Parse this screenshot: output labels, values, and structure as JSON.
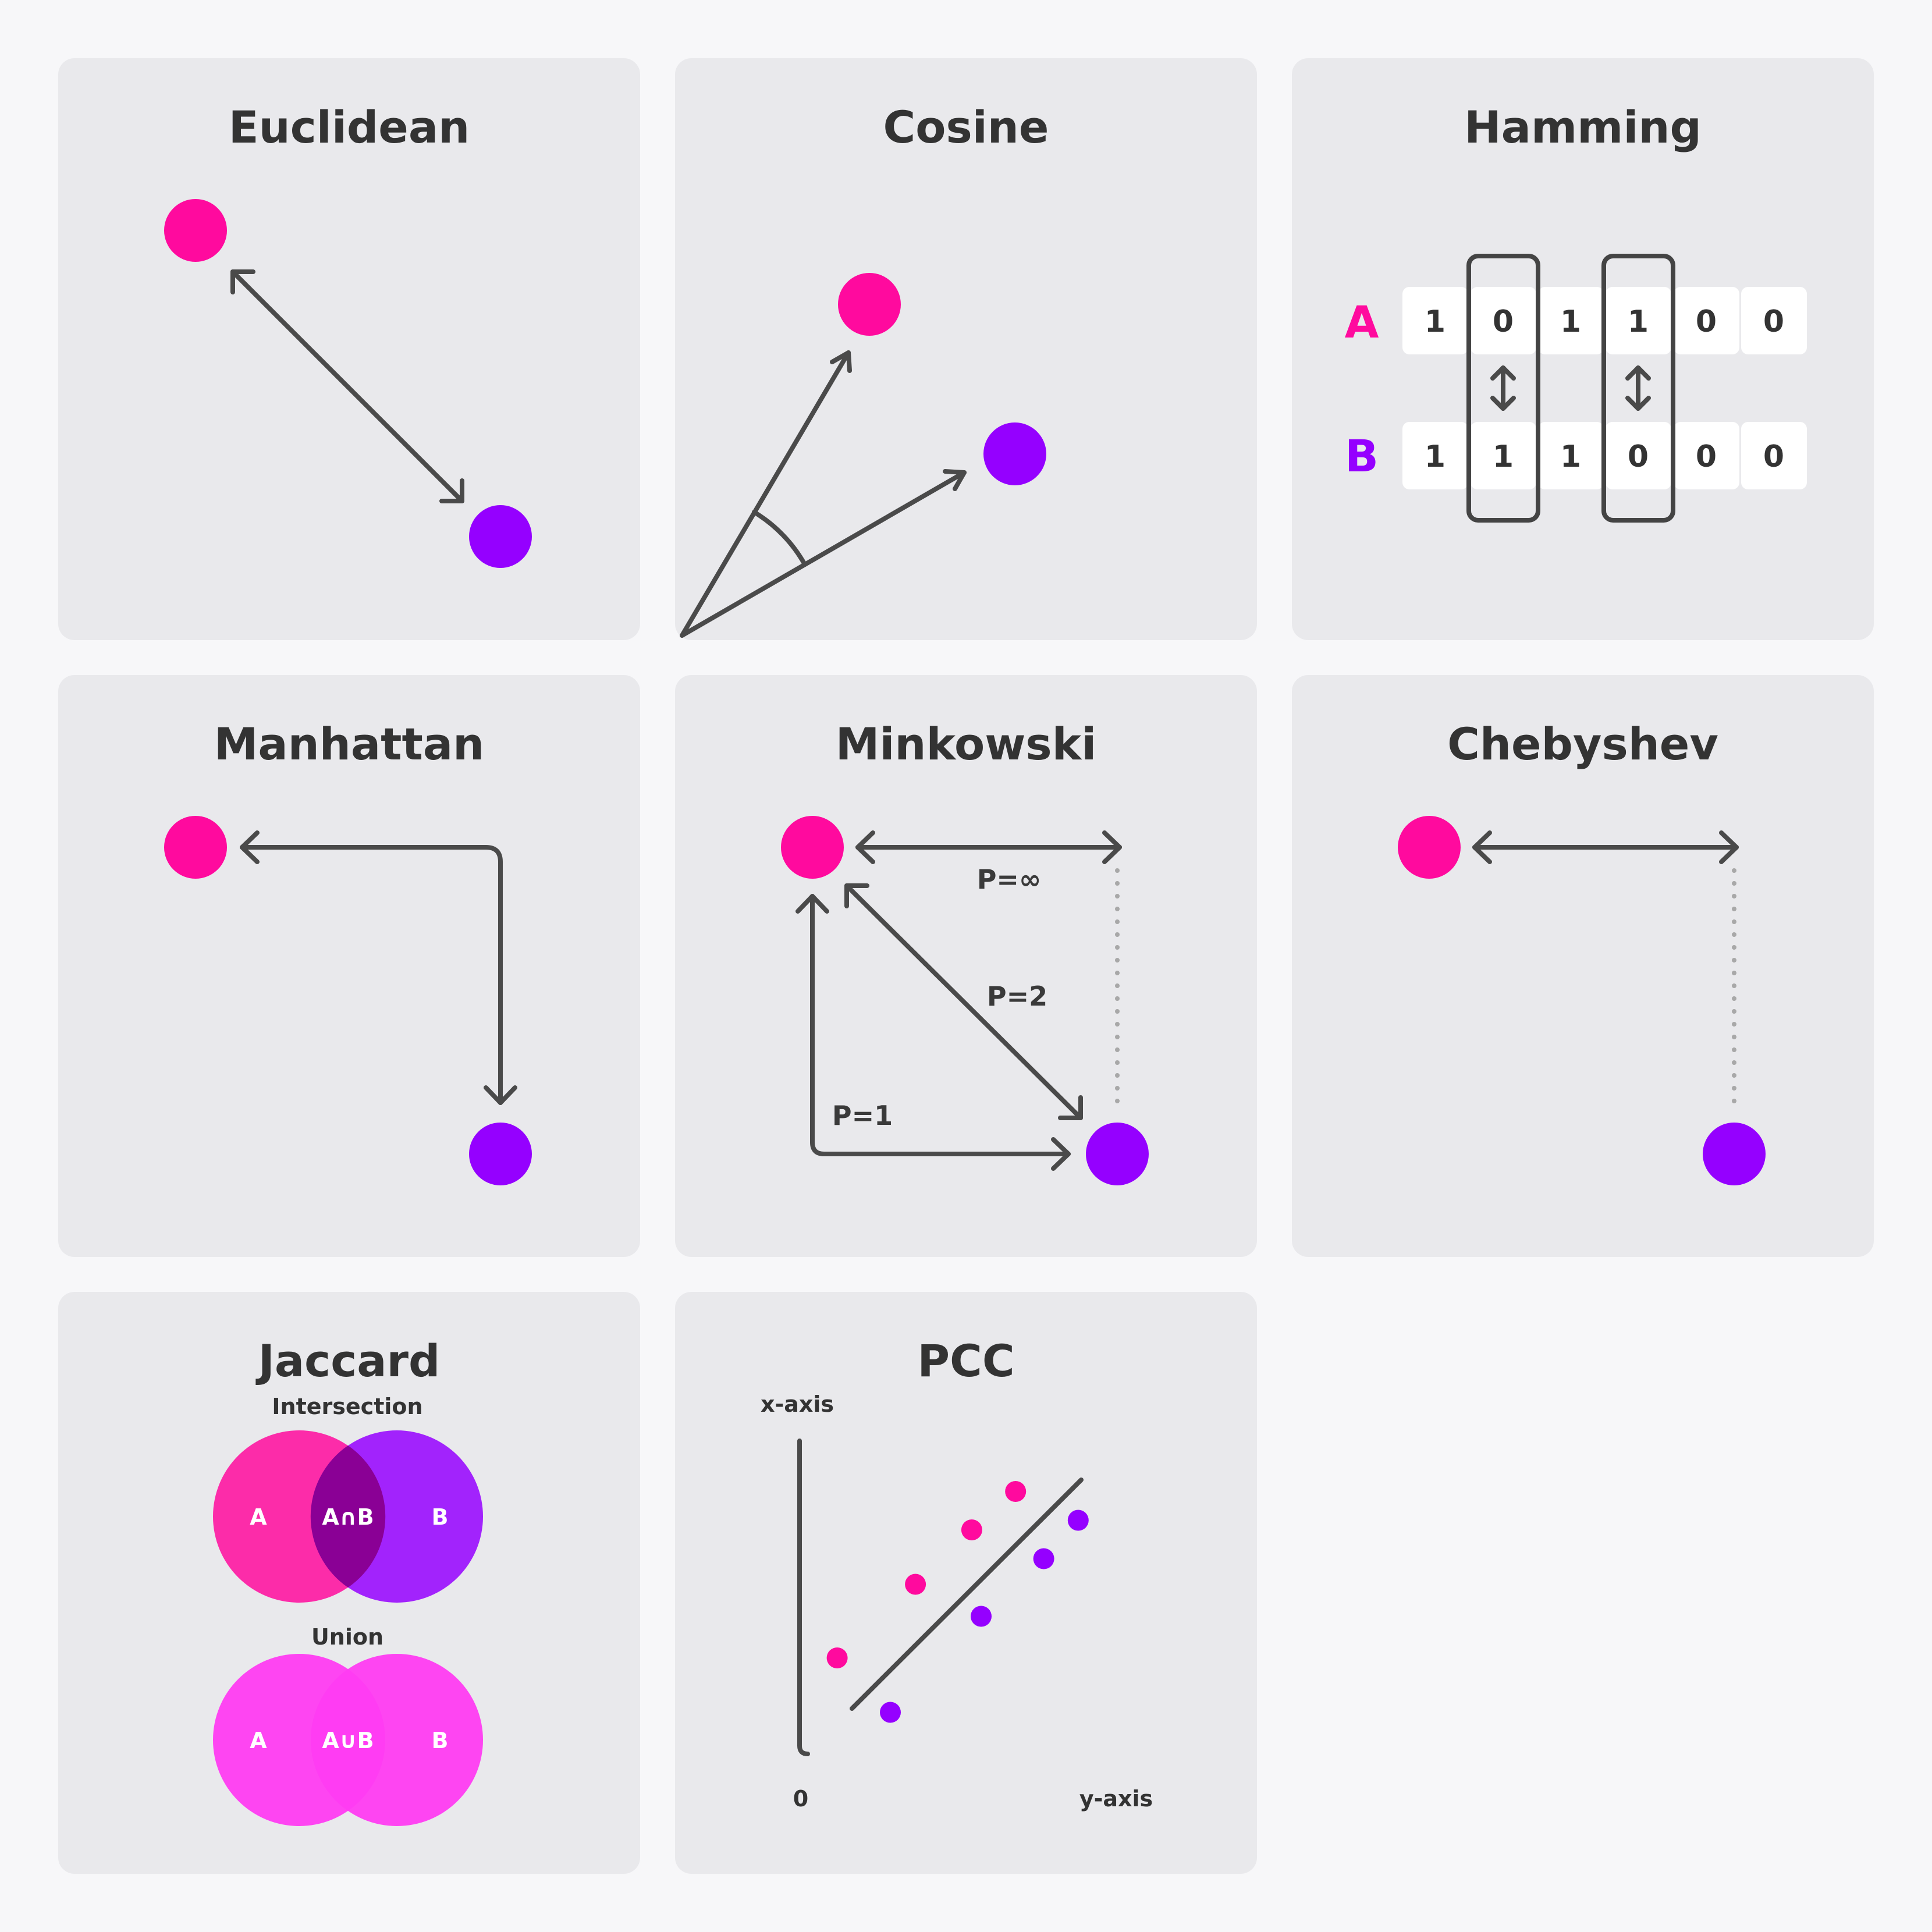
{
  "colors": {
    "a": "#ff0a9e",
    "b": "#9500ff",
    "union": "#ff3cf2",
    "intersection": "#8a0095"
  },
  "cards": {
    "euclidean": {
      "title": "Euclidean"
    },
    "cosine": {
      "title": "Cosine"
    },
    "hamming": {
      "title": "Hamming",
      "row_a": {
        "label": "A",
        "bits": [
          "1",
          "0",
          "1",
          "1",
          "0",
          "0"
        ]
      },
      "row_b": {
        "label": "B",
        "bits": [
          "1",
          "1",
          "1",
          "0",
          "0",
          "0"
        ]
      }
    },
    "manhattan": {
      "title": "Manhattan"
    },
    "minkowski": {
      "title": "Minkowski",
      "p_inf": "P=∞",
      "p2": "P=2",
      "p1": "P=1"
    },
    "chebyshev": {
      "title": "Chebyshev"
    },
    "jaccard": {
      "title": "Jaccard",
      "intersection": {
        "label": "Intersection",
        "a": "A",
        "middle": "A∩B",
        "b": "B"
      },
      "union": {
        "label": "Union",
        "a": "A",
        "middle": "A∪B",
        "b": "B"
      }
    },
    "pcc": {
      "title": "PCC",
      "x_axis_label": "x-axis",
      "y_axis_label": "y-axis",
      "origin_label": "0",
      "points": [
        {
          "x": 0.12,
          "y": 0.3,
          "group": "a"
        },
        {
          "x": 0.37,
          "y": 0.53,
          "group": "a"
        },
        {
          "x": 0.55,
          "y": 0.7,
          "group": "a"
        },
        {
          "x": 0.69,
          "y": 0.82,
          "group": "a"
        },
        {
          "x": 0.29,
          "y": 0.13,
          "group": "b"
        },
        {
          "x": 0.58,
          "y": 0.43,
          "group": "b"
        },
        {
          "x": 0.78,
          "y": 0.61,
          "group": "b"
        },
        {
          "x": 0.89,
          "y": 0.73,
          "group": "b"
        }
      ]
    }
  }
}
